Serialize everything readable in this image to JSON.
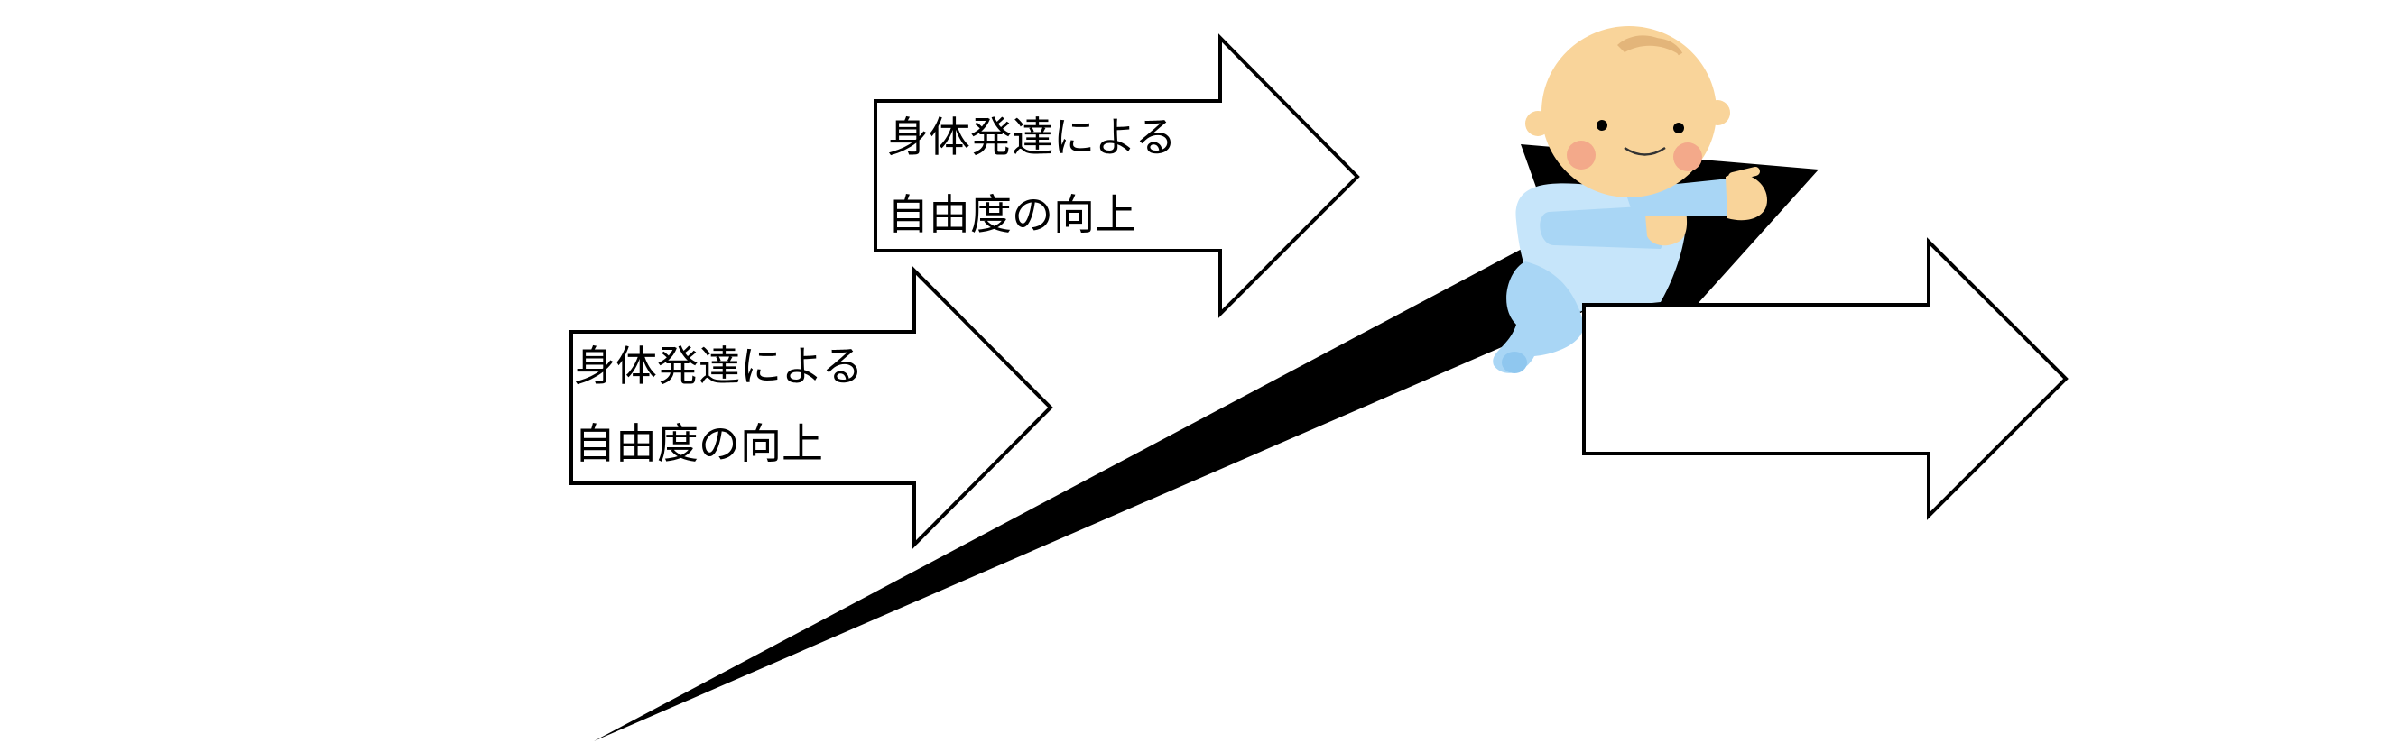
{
  "arrows": [
    {
      "id": "lower",
      "line1": "身体発達による",
      "line2": "自由度の向上"
    },
    {
      "id": "upper",
      "line1": "身体発達による",
      "line2": "自由度の向上"
    },
    {
      "id": "right",
      "line1": "",
      "line2": ""
    }
  ],
  "colors": {
    "background": "#ffffff",
    "outline": "#000000",
    "growth_wedge": "#000000",
    "baby_skin": "#f9d49a",
    "baby_cheek": "#f3a98a",
    "baby_suit": "#a9d6f5",
    "baby_suit_light": "#c6e5fa"
  },
  "illustration": {
    "figure": "baby-crawling-icon",
    "ramp": "growth-wedge"
  }
}
